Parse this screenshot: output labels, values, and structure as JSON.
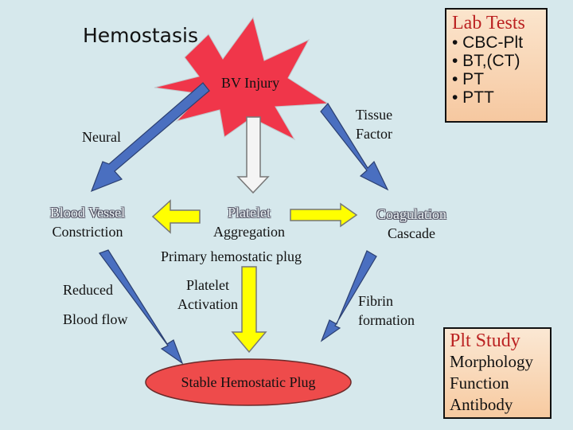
{
  "title": "Hemostasis",
  "injury": {
    "label": "BV Injury"
  },
  "labels": {
    "neural": "Neural",
    "tissue_factor_1": "Tissue",
    "tissue_factor_2": "Factor",
    "blood_vessel": "Blood Vessel",
    "constriction": "Constriction",
    "platelet": "Platelet",
    "aggregation": "Aggregation",
    "coagulation": "Coagulation",
    "cascade": "Cascade",
    "primary_plug": "Primary hemostatic plug",
    "reduced": "Reduced",
    "blood_flow": "Blood flow",
    "platelet_activation_1": "Platelet",
    "platelet_activation_2": "Activation",
    "fibrin_1": "Fibrin",
    "fibrin_2": "formation",
    "stable_plug": "Stable  Hemostatic Plug"
  },
  "lab_tests": {
    "heading": "Lab Tests",
    "items": [
      "• CBC-Plt",
      "• BT,(CT)",
      "• PT",
      "• PTT"
    ]
  },
  "plt_study": {
    "heading": "Plt Study",
    "items": [
      "Morphology",
      "Function",
      "Antibody"
    ]
  },
  "colors": {
    "background": "#d6e8ec",
    "starburst": "#f0364a",
    "blue_arrow": "#4a6fc0",
    "yellow_arrow": "#ffff00",
    "stable_plug": "#ee4b4b",
    "box_heading": "#b22222"
  }
}
